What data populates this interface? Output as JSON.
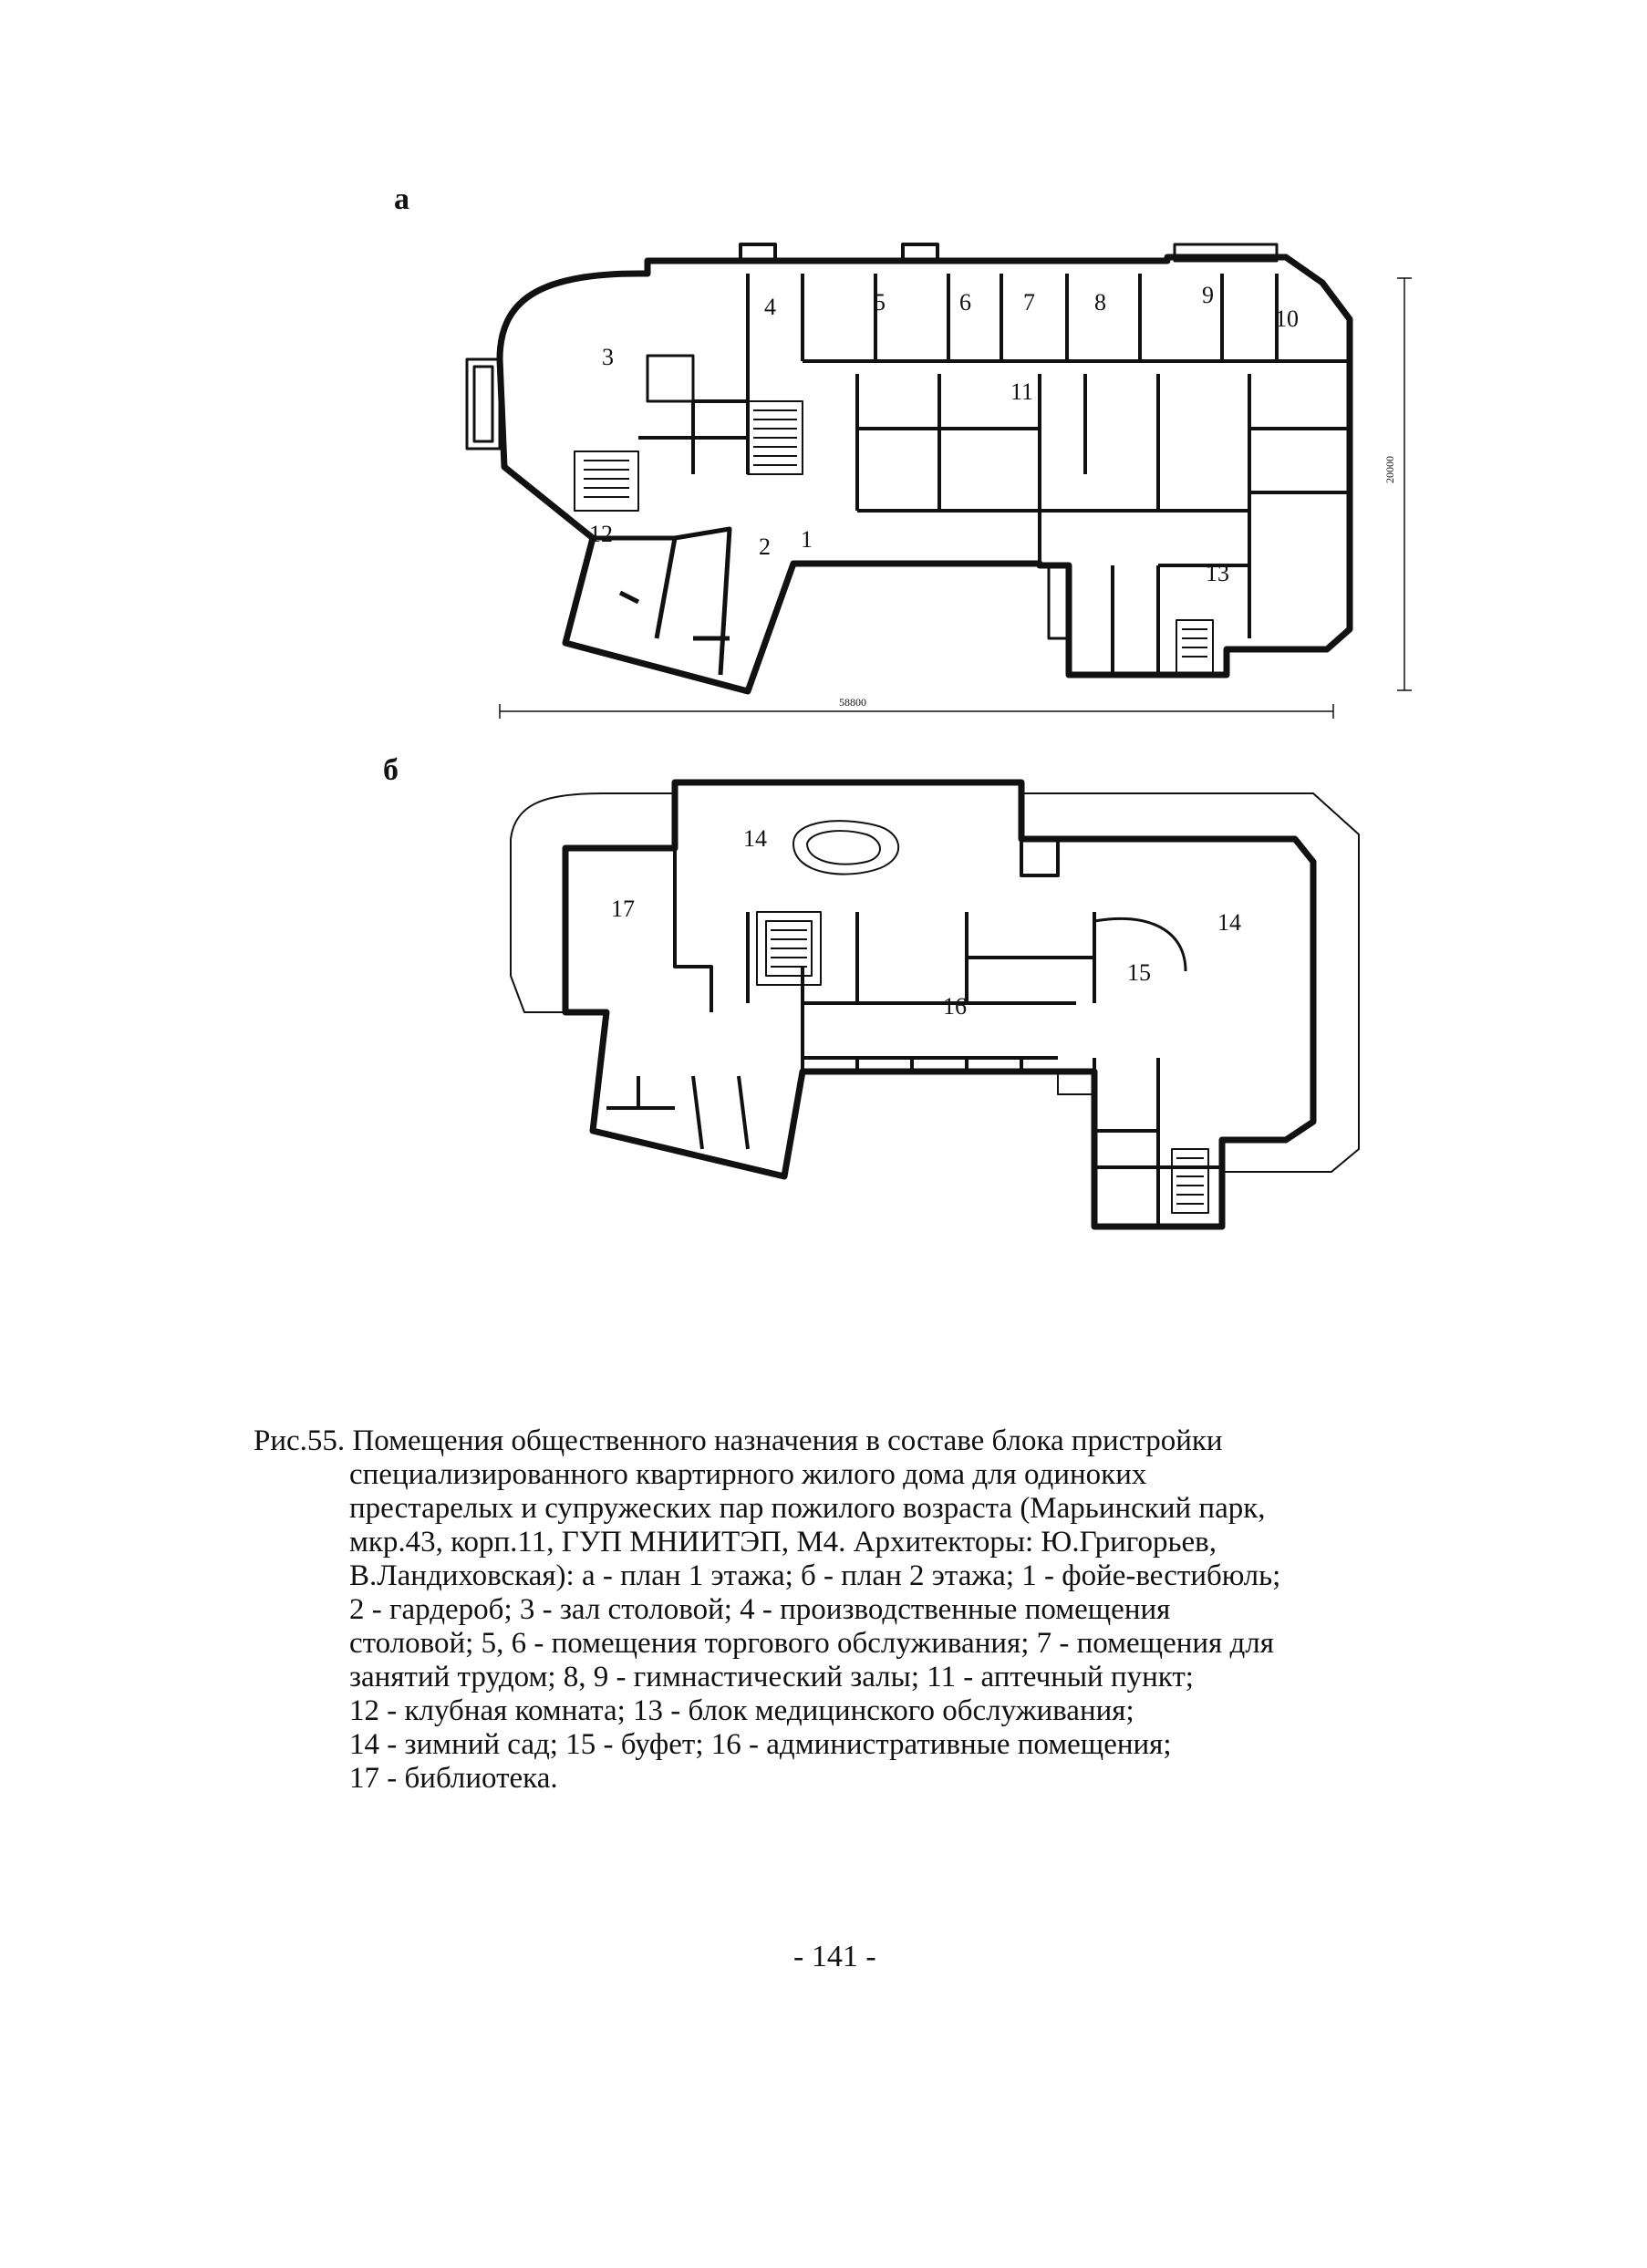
{
  "figure": {
    "panel_a_label": "а",
    "panel_b_label": "б",
    "dimension_width": "58800",
    "dimension_height": "20000",
    "plan_a_rooms": [
      "1",
      "2",
      "3",
      "4",
      "5",
      "6",
      "7",
      "8",
      "9",
      "10",
      "11",
      "12",
      "13"
    ],
    "plan_b_rooms": [
      "14",
      "14",
      "15",
      "16",
      "17"
    ]
  },
  "caption": {
    "lines": [
      "Рис.55. Помещения общественного назначения в составе блока пристройки",
      "специализированного квартирного жилого дома для одиноких",
      "престарелых и супружеских пар пожилого возраста (Марьинский парк,",
      "мкр.43, корп.11, ГУП МНИИТЭП, М4. Архитекторы: Ю.Григорьев,",
      "В.Ландиховская): а - план 1 этажа; б - план 2 этажа; 1 - фойе-вестибюль;",
      "2 - гардероб; 3 - зал столовой; 4 - производственные помещения",
      "столовой; 5, 6 - помещения торгового обслуживания; 7 - помещения для",
      "занятий трудом; 8, 9 - гимнастический залы; 11 - аптечный пункт;",
      "12 - клубная комната; 13 - блок медицинского обслуживания;",
      "14 - зимний сад; 15 - буфет; 16 - административные помещения;",
      "17 - библиотека."
    ]
  },
  "page_number": "- 141 -"
}
